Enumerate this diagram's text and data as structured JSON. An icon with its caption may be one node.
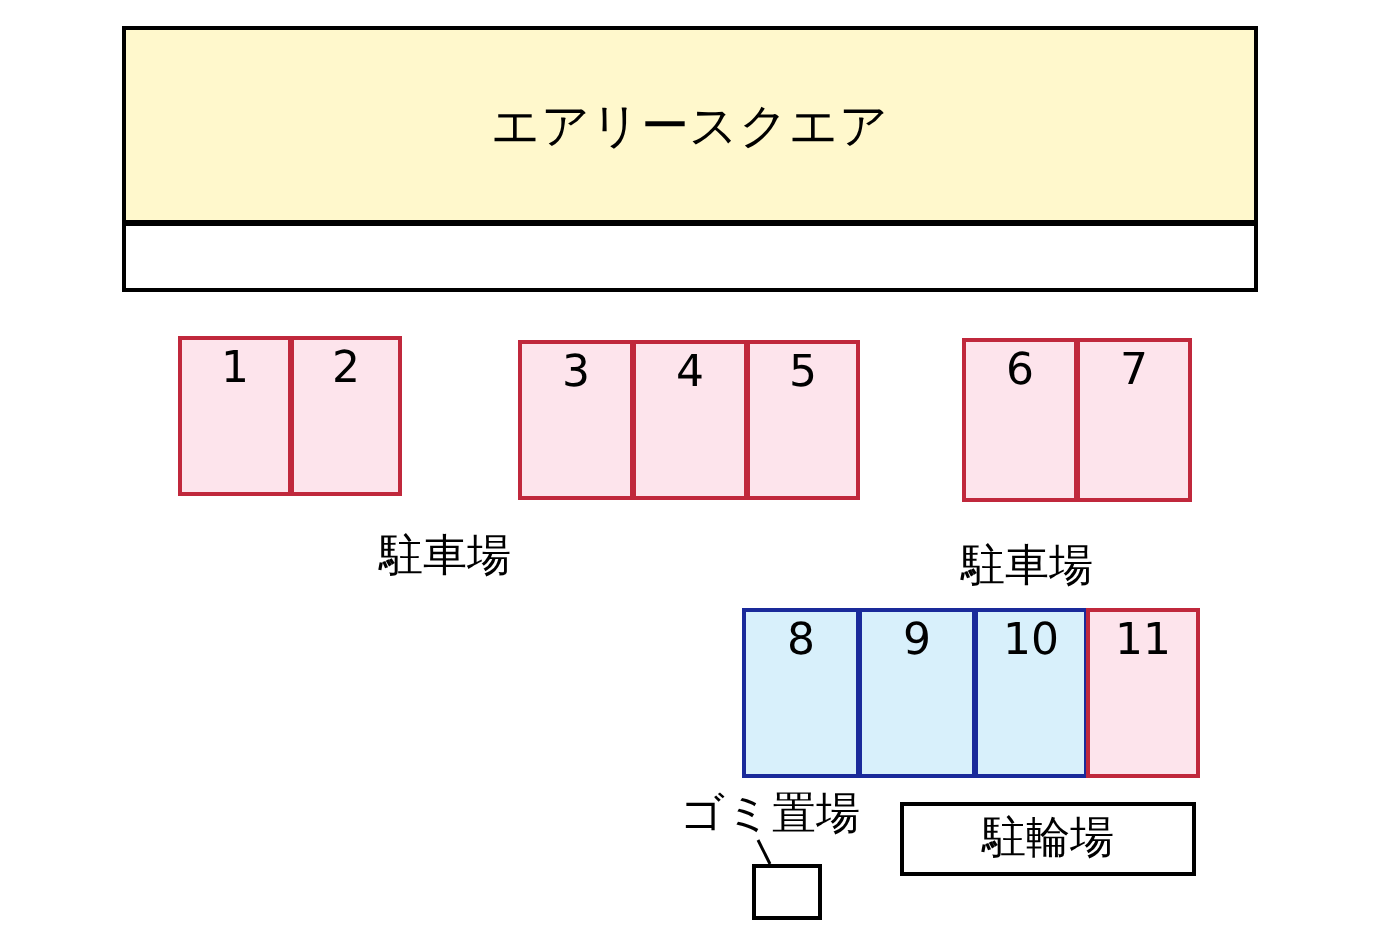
{
  "diagram": {
    "nodes": [
      {
        "text": [
          "エアリースクエア"
        ]
      },
      {
        "text": [],
        "shape": "box"
      },
      {
        "text": [
          "1"
        ]
      },
      {
        "text": [
          "2"
        ]
      },
      {
        "text": [
          "3"
        ]
      },
      {
        "text": [
          "4"
        ]
      },
      {
        "text": [
          "5"
        ]
      },
      {
        "text": [
          "6"
        ]
      },
      {
        "text": [
          "7"
        ]
      },
      {
        "text": [
          "8"
        ]
      },
      {
        "text": [
          "9"
        ]
      },
      {
        "text": [
          "10"
        ]
      },
      {
        "text": [
          "11"
        ]
      },
      {
        "text": [
          "ゴミ置場"
        ]
      },
      {
        "text": [],
        "shape": "box"
      },
      {
        "text": [
          "駐輪場"
        ]
      }
    ],
    "edges": [
      {
        "from": 13,
        "to": 14,
        "arrow": "none"
      }
    ],
    "labels": [
      "駐車場",
      "駐車場"
    ]
  }
}
